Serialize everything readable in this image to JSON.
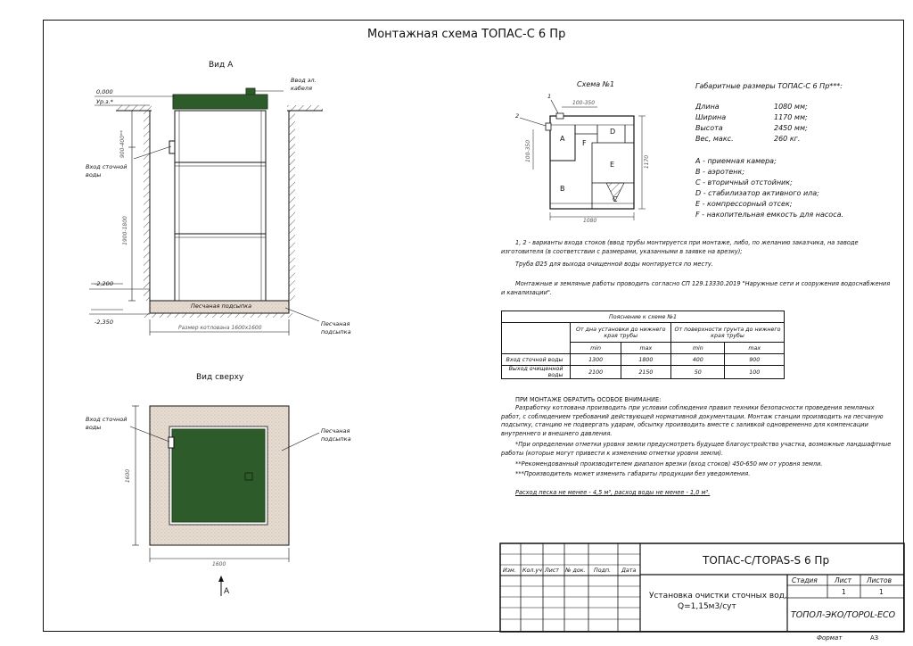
{
  "title": "Монтажная схема ТОПАС-С 6 Пр",
  "view_a": {
    "label": "Вид А",
    "cable_inlet": "Ввод эл. кабеля",
    "level_0": "0,000",
    "ground_level": "Ур.з.*",
    "depth_inlet": "900-400**",
    "sewage_inlet": "Вход сточной воды",
    "depth_body": "1900-1800",
    "level_2200": "-2,200",
    "level_2350": "-2,350",
    "sand_bed": "Песчаная подсыпка",
    "sand_bed_label": "Песчаная подсыпка",
    "pit_size": "Размер котлована 1600x1600"
  },
  "view_top": {
    "label": "Вид сверху",
    "sewage_inlet": "Вход сточной воды",
    "sand_bed_label": "Песчаная подсыпка",
    "dim_side": "1600",
    "dim_bottom": "1600",
    "arrow_label": "А"
  },
  "scheme": {
    "title": "Схема №1",
    "num1": "1",
    "num2": "2",
    "dim_top": "100-350",
    "dim_left": "100-350",
    "dim_height": "1170",
    "dim_width": "1080",
    "zones": [
      "A",
      "F",
      "D",
      "E",
      "B",
      "C"
    ]
  },
  "dimensions": {
    "title": "Габаритные размеры ТОПАС-С 6 Пр***:",
    "rows": [
      {
        "name": "Длина",
        "value": "1080 мм;"
      },
      {
        "name": "Ширина",
        "value": "1170 мм;"
      },
      {
        "name": "Высота",
        "value": "2450 мм;"
      },
      {
        "name": "Вес, макс.",
        "value": "260 кг."
      }
    ]
  },
  "legend": [
    "A - приемная камера;",
    "B - аэротенк;",
    "C - вторичный отстойник;",
    "D - стабилизатор активного ила;",
    "E - компрессорный отсек;",
    "F - накопительная емкость для насоса."
  ],
  "notes": {
    "n1": "1, 2 - варианты входа стоков (ввод трубы монтируется при монтаже, либо, по желанию заказчика, на заводе изготовителя (в соответствии с размерами, указанными в заявке на врезку);",
    "n2": "Труба Ø25 для выхода очищенной воды монтируется по месту.",
    "n3": "Монтажные и земляные работы проводить согласно СП 129.13330.2019 \"Наружные сети и сооружения водоснабжения и канализации\"."
  },
  "table": {
    "caption": "Пояснение к схеме №1",
    "col1": "От дна установки до нижнего края трубы",
    "col2": "От поверхности грунта до нижнего края трубы",
    "min": "min",
    "max": "max",
    "rows": [
      {
        "label": "Вход сточной воды",
        "v": [
          "1300",
          "1800",
          "400",
          "900"
        ]
      },
      {
        "label": "Выход очищенной воды",
        "v": [
          "2100",
          "2150",
          "50",
          "100"
        ]
      }
    ]
  },
  "attention": {
    "title": "ПРИ МОНТАЖЕ ОБРАТИТЬ ОСОБОЕ ВНИМАНИЕ:",
    "text": "Разработку котлована производить при условии соблюдения правил техники безопасности проведения земляных работ, с соблюдением требований действующей нормативной документации. Монтаж станции производить на песчаную подсыпку, станцию не подвергать ударам, обсыпку производить вместе с заливкой одновременно для компенсации внутреннего и внешнего давления.",
    "f1": "*При определении отметки уровня земли предусмотреть будущее благоустройство участка, возможные ландшафтные работы (которые могут привести к изменению отметки уровня земли).",
    "f2": "**Рекомендованный производителем диапазон врезки (вход стоков) 450-650 мм от уровня земли.",
    "f3": "***Производитель может изменить габариты продукции без уведомления.",
    "consumption": "Расход песка не менее - 4,5 м³, расход воды не менее - 1,0 м³."
  },
  "stamp": {
    "product": "ТОПАС-С/TOPAS-S 6 Пр",
    "desc1": "Установка очистки сточных вод,",
    "desc2": "Q=1,15м3/сут",
    "headers": [
      "Изм.",
      "Кол.уч",
      "Лист",
      "№ док.",
      "Подп.",
      "Дата"
    ],
    "stage": "Стадия",
    "sheet": "Лист",
    "sheets": "Листов",
    "sheet_val": "1",
    "sheets_val": "1",
    "company": "ТОПОЛ-ЭКО/TOPOL-ECO",
    "format_label": "Формат",
    "format": "А3"
  },
  "colors": {
    "tank": "#2e5b2a",
    "tank_dark": "#1e3f1c",
    "sand": "#e7dcd2"
  }
}
